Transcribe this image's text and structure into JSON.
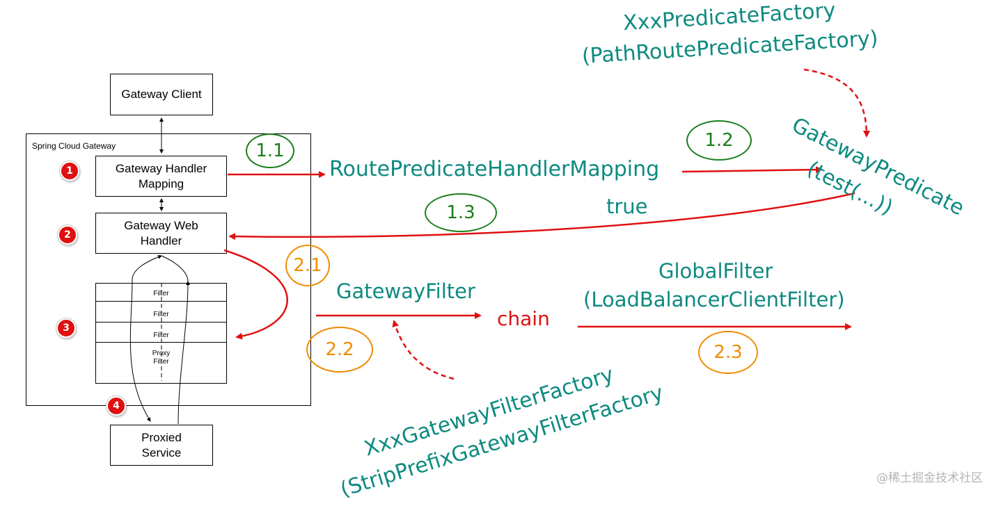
{
  "left_diagram": {
    "gateway_client": "Gateway Client",
    "container_label": "Spring Cloud Gateway",
    "handler_mapping": [
      "Gateway Handler",
      "Mapping"
    ],
    "web_handler": [
      "Gateway Web",
      "Handler"
    ],
    "filters": [
      "Filter",
      "Filter",
      "Filter"
    ],
    "proxy_filter": [
      "Proxy",
      "Filter"
    ],
    "proxied_service": [
      "Proxied",
      "Service"
    ],
    "badges": [
      "1",
      "2",
      "3",
      "4"
    ]
  },
  "flow": {
    "route_mapping": "RoutePredicateHandlerMapping",
    "predicate_factory": [
      "XxxPredicateFactory",
      "(PathRoutePredicateFactory)"
    ],
    "gateway_predicate": [
      "GatewayPredicate",
      "(test(...))"
    ],
    "true_label": "true",
    "gateway_filter": "GatewayFilter",
    "chain": "chain",
    "global_filter": [
      "GlobalFilter",
      "(LoadBalancerClientFilter)"
    ],
    "filter_factory": [
      "XxxGatewayFilterFactory",
      "(StripPrefixGatewayFilterFactory"
    ]
  },
  "steps": {
    "s1_1": "1.1",
    "s1_2": "1.2",
    "s1_3": "1.3",
    "s2_1": "2.1",
    "s2_2": "2.2",
    "s2_3": "2.3"
  },
  "colors": {
    "teal": "#0d8a80",
    "red": "#e01010",
    "green": "#1a7d1a",
    "orange": "#f08c00"
  },
  "watermark": "@稀土掘金技术社区"
}
